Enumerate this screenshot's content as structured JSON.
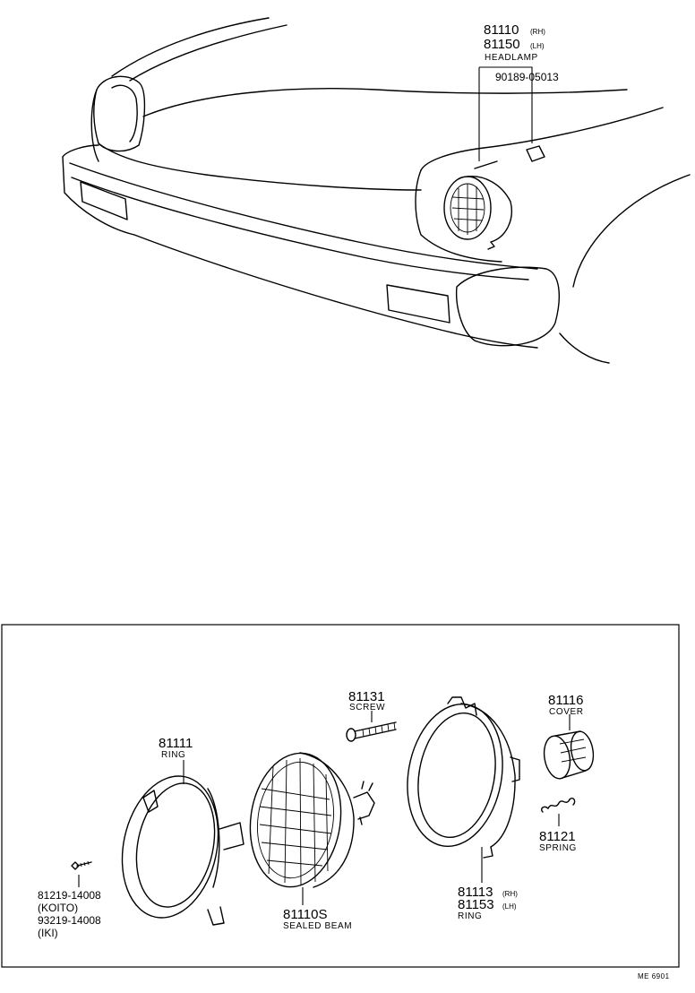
{
  "top_labels": {
    "headlamp_rh_num": "81110",
    "headlamp_rh_side": "(RH)",
    "headlamp_lh_num": "81150",
    "headlamp_lh_side": "(LH)",
    "headlamp_name": "HEADLAMP",
    "clip_num": "90189-05013"
  },
  "parts": {
    "screw_num": "81131",
    "screw_name": "SCREW",
    "cover_num": "81116",
    "cover_name": "COVER",
    "ring_num": "81111",
    "ring_name": "RING",
    "spring_num": "81121",
    "spring_name": "SPRING",
    "mount_ring_rh_num": "81113",
    "mount_ring_rh_side": "(RH)",
    "mount_ring_lh_num": "81153",
    "mount_ring_lh_side": "(LH)",
    "mount_ring_name": "RING",
    "sealed_beam_num": "81110S",
    "sealed_beam_name": "SEALED BEAM",
    "bolt_line1": "81219-14008",
    "bolt_line2": "(KOITO)",
    "bolt_line3": "93219-14008",
    "bolt_line4": "(IKI)"
  },
  "figure_code": "ME 6901"
}
